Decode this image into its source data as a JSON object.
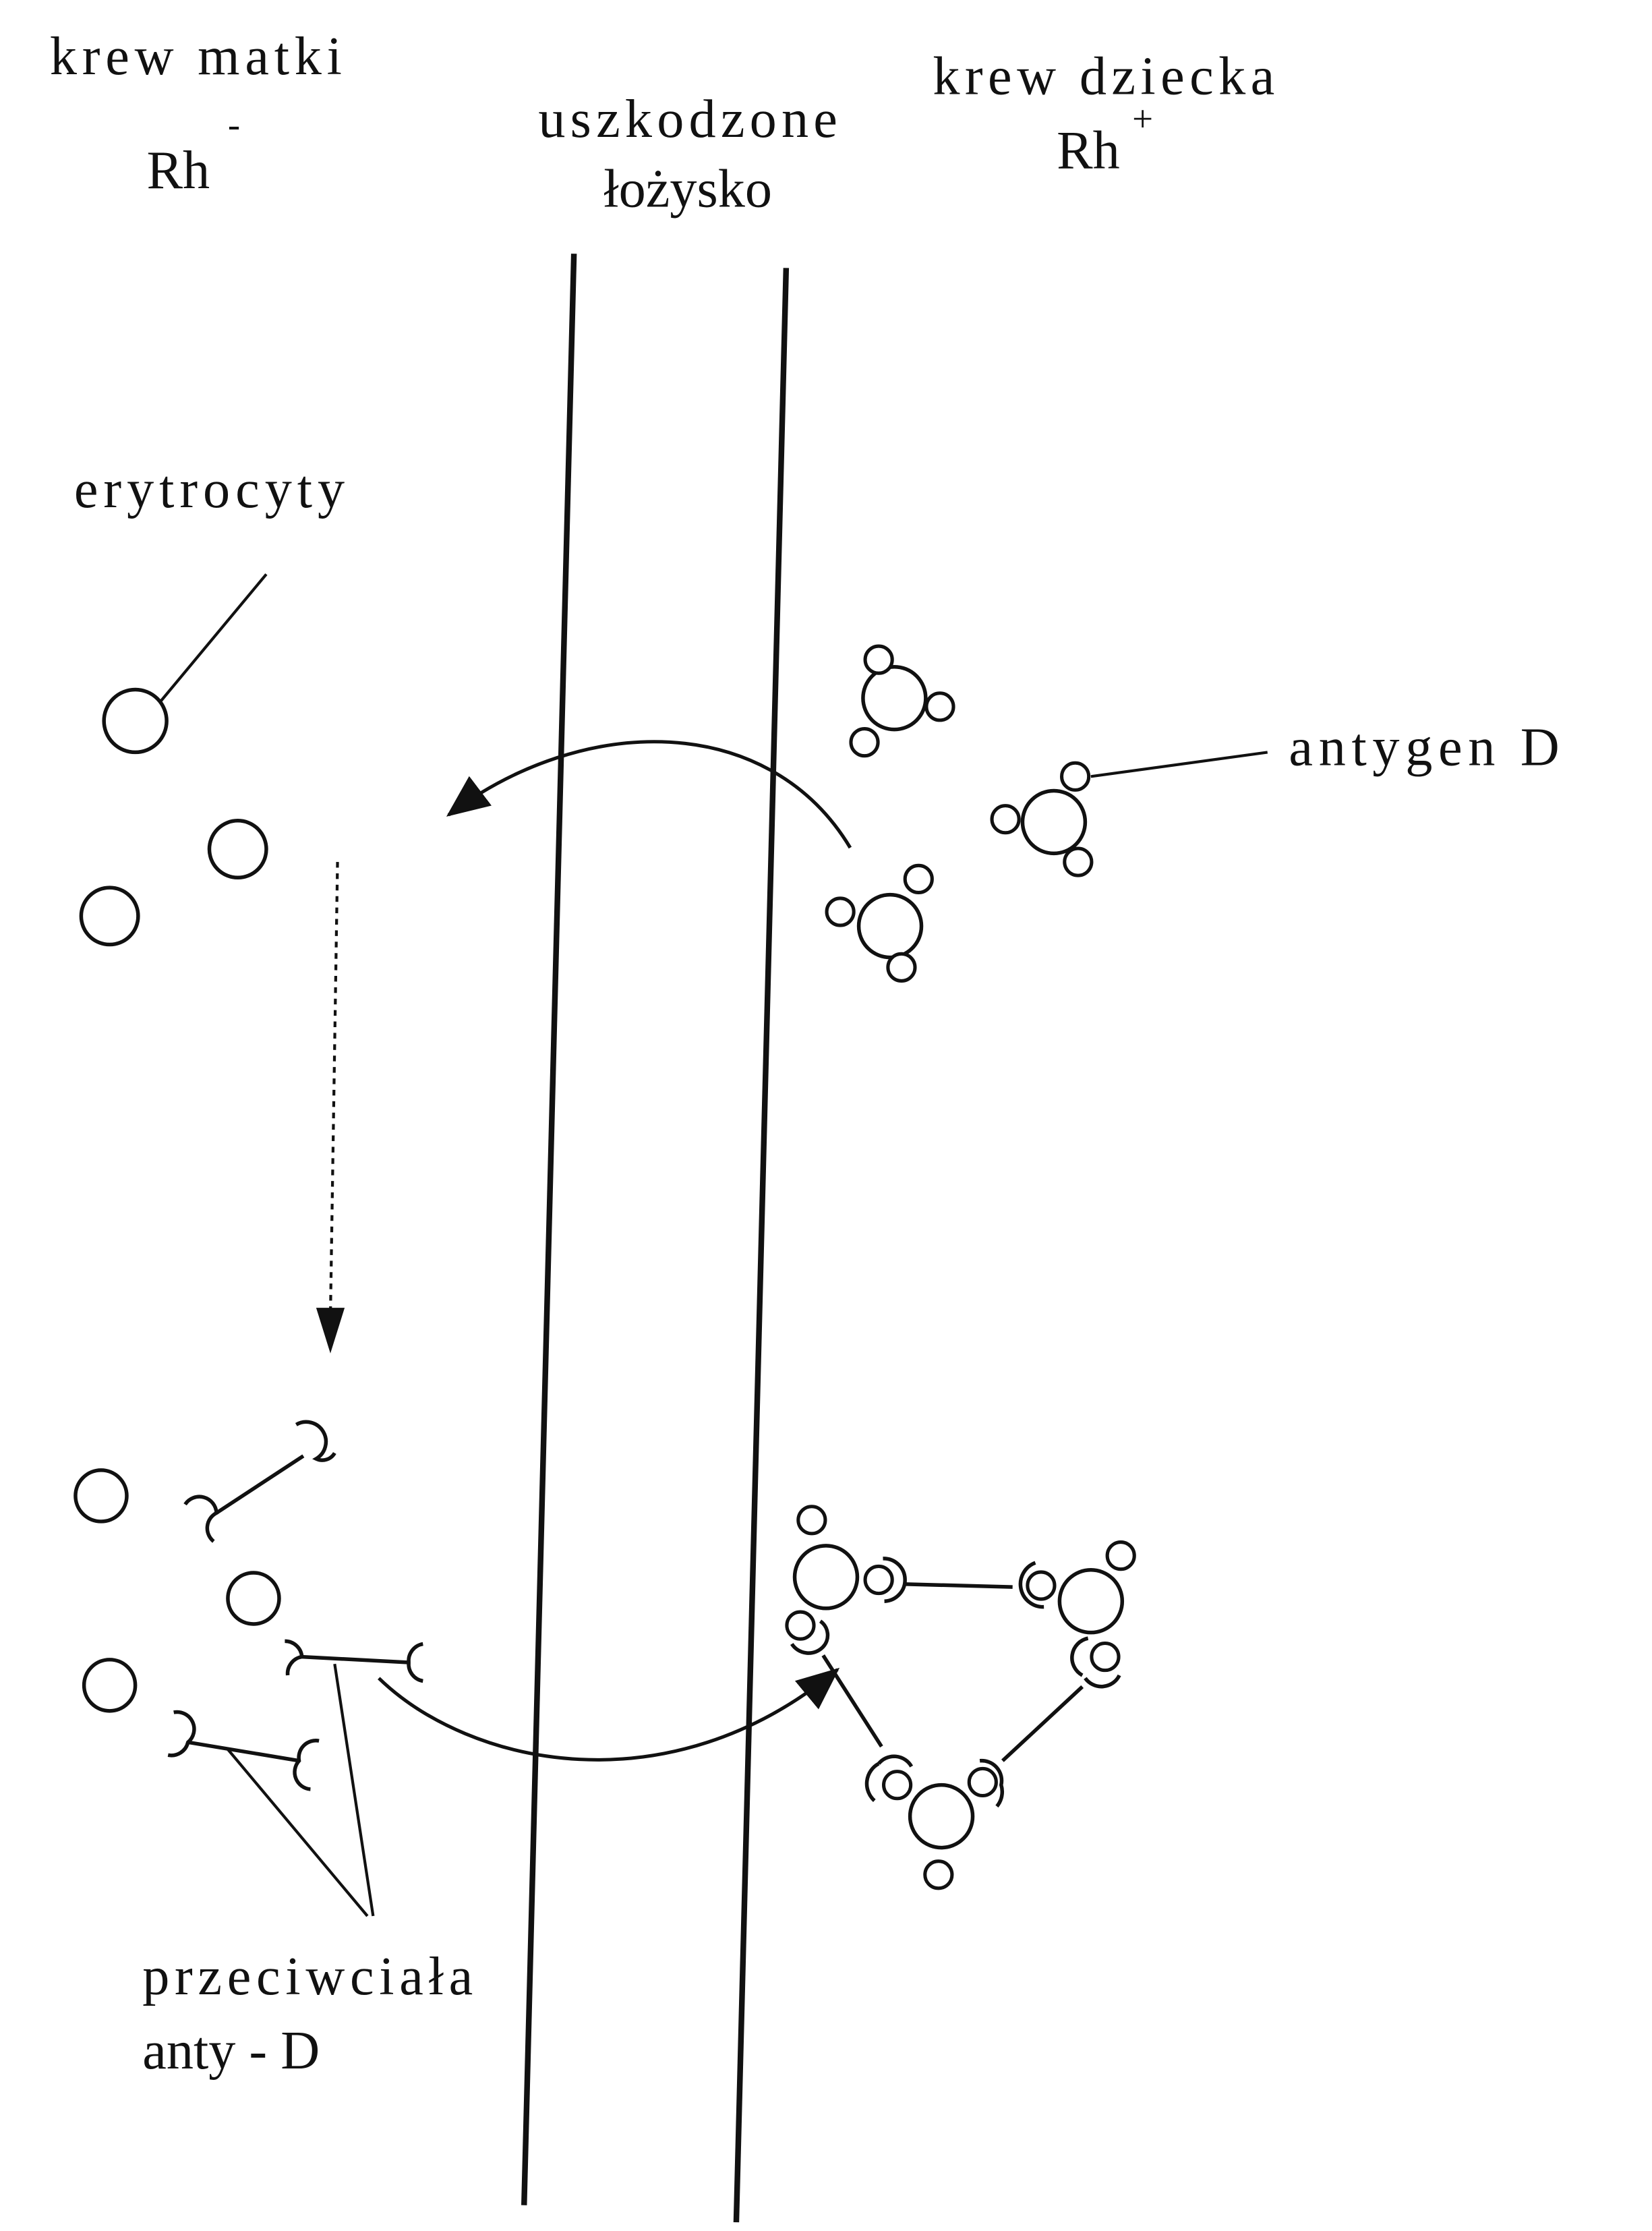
{
  "labels": {
    "mother_blood": "krew matki",
    "mother_rh": "Rh",
    "mother_rh_sign": "-",
    "placenta_line1": "uszkodzone",
    "placenta_line2": "łożysko",
    "child_blood": "krew dziecka",
    "child_rh": "Rh",
    "child_rh_sign": "+",
    "erythrocytes": "erytrocyty",
    "antigen": "antygen D",
    "antibodies_line1": "przeciwciała",
    "antibodies_line2": "anty - D"
  },
  "colors": {
    "ink": "#111111",
    "background": "#ffffff"
  }
}
